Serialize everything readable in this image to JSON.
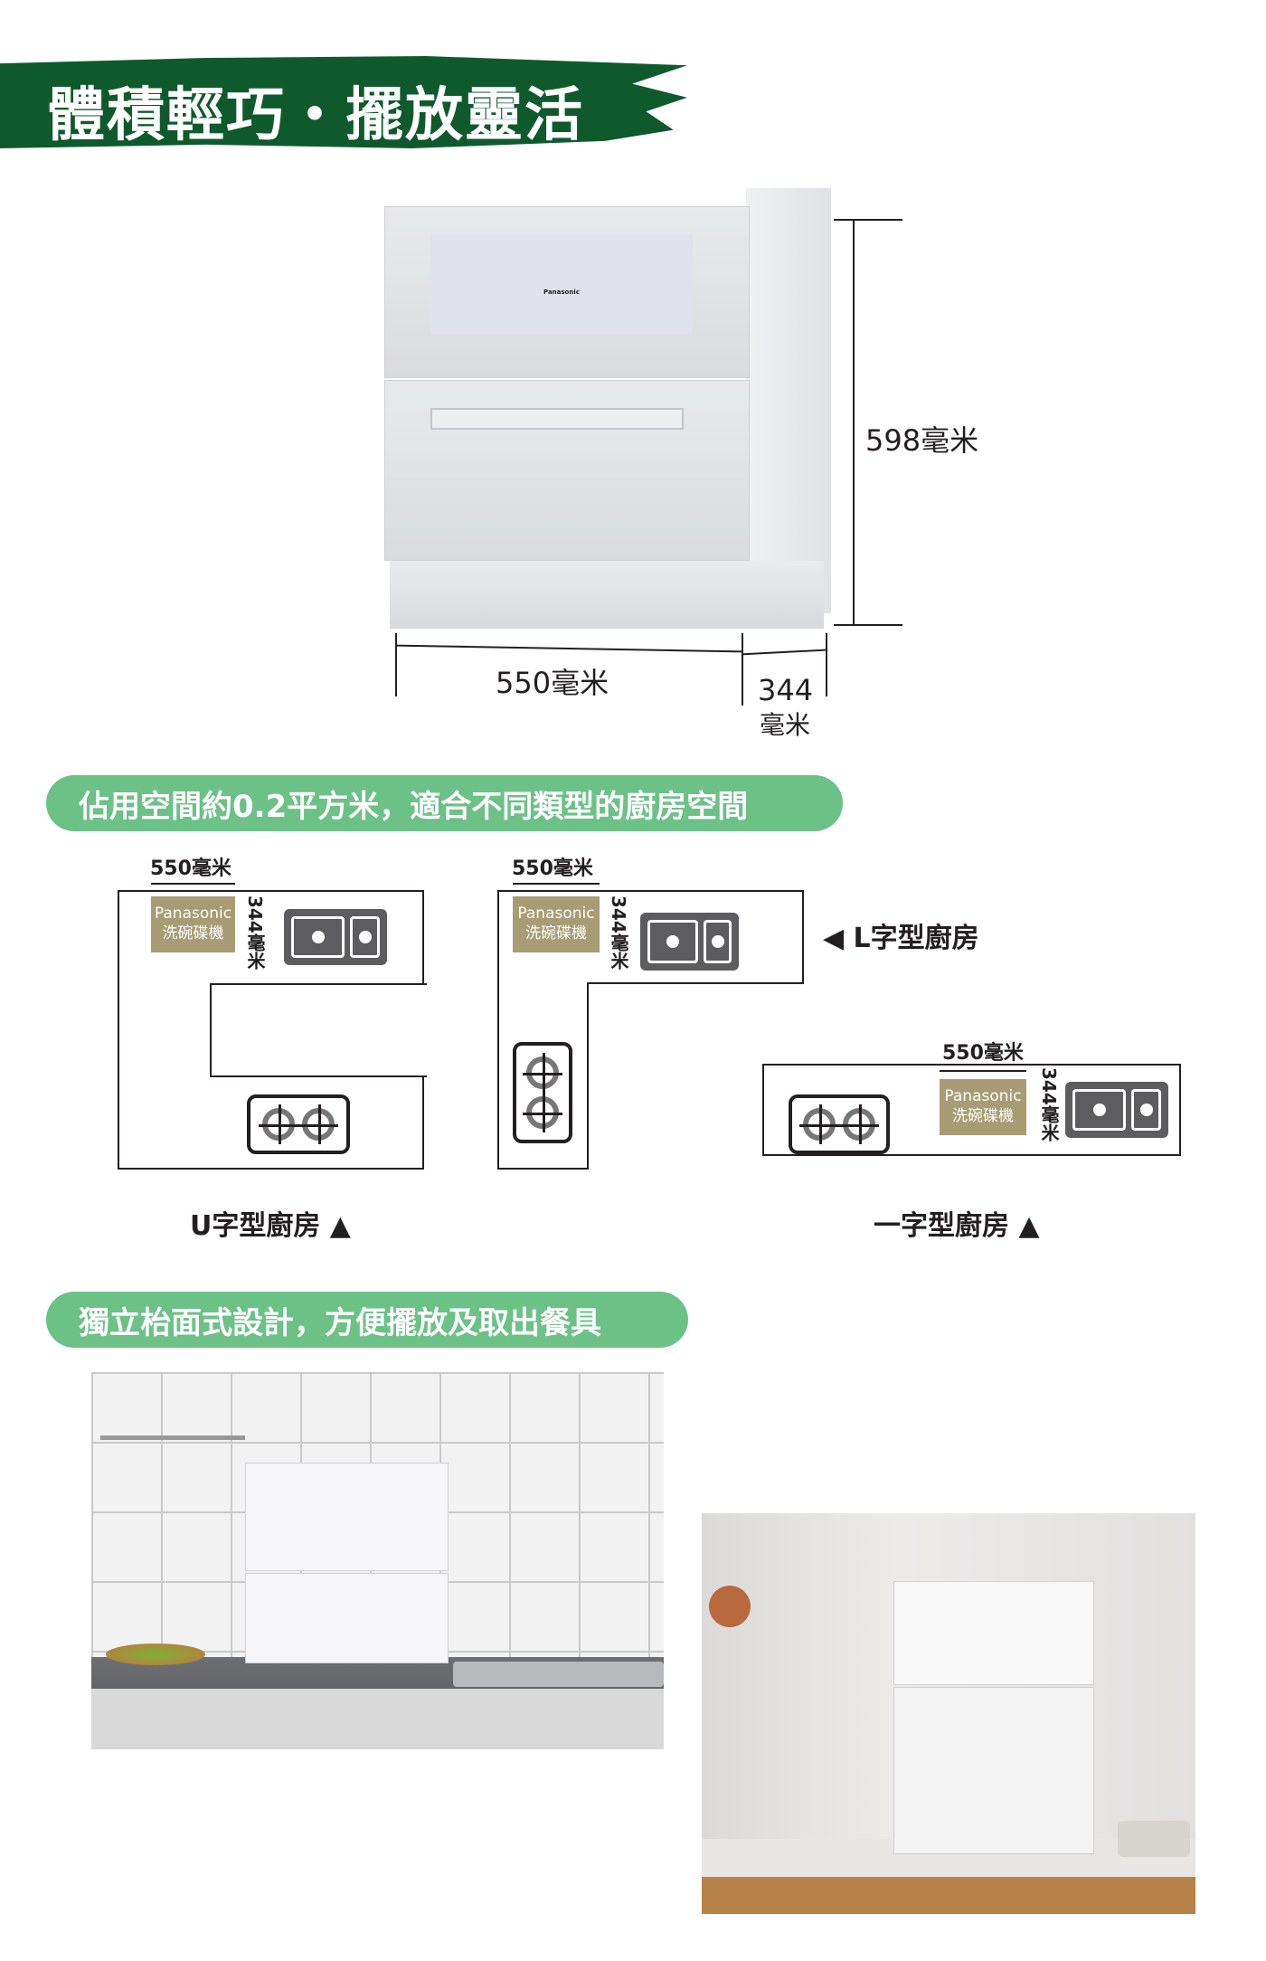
{
  "banner": {
    "title": "體積輕巧・擺放靈活"
  },
  "product": {
    "brand": "Panasonic",
    "height": "598毫米",
    "width": "550毫米",
    "depth_value": "344",
    "depth_unit": "毫米"
  },
  "section2": {
    "title": "佔用空間約0.2平方米，適合不同類型的廚房空間"
  },
  "diagrams": {
    "width_label": "550毫米",
    "depth_label": "344毫米",
    "machine_brand": "Panasonic",
    "machine_name": "洗碗碟機",
    "u_kitchen": "U字型廚房 ▲",
    "l_kitchen": "◀ L字型廚房",
    "linear_kitchen": "一字型廚房 ▲"
  },
  "section3": {
    "title": "獨立枱面式設計，方便擺放及取出餐具"
  },
  "colors": {
    "banner": "#0f5a2c",
    "pill": "#6cc187",
    "machine_tag": "#a89c74",
    "sink": "#5d5d5f"
  }
}
